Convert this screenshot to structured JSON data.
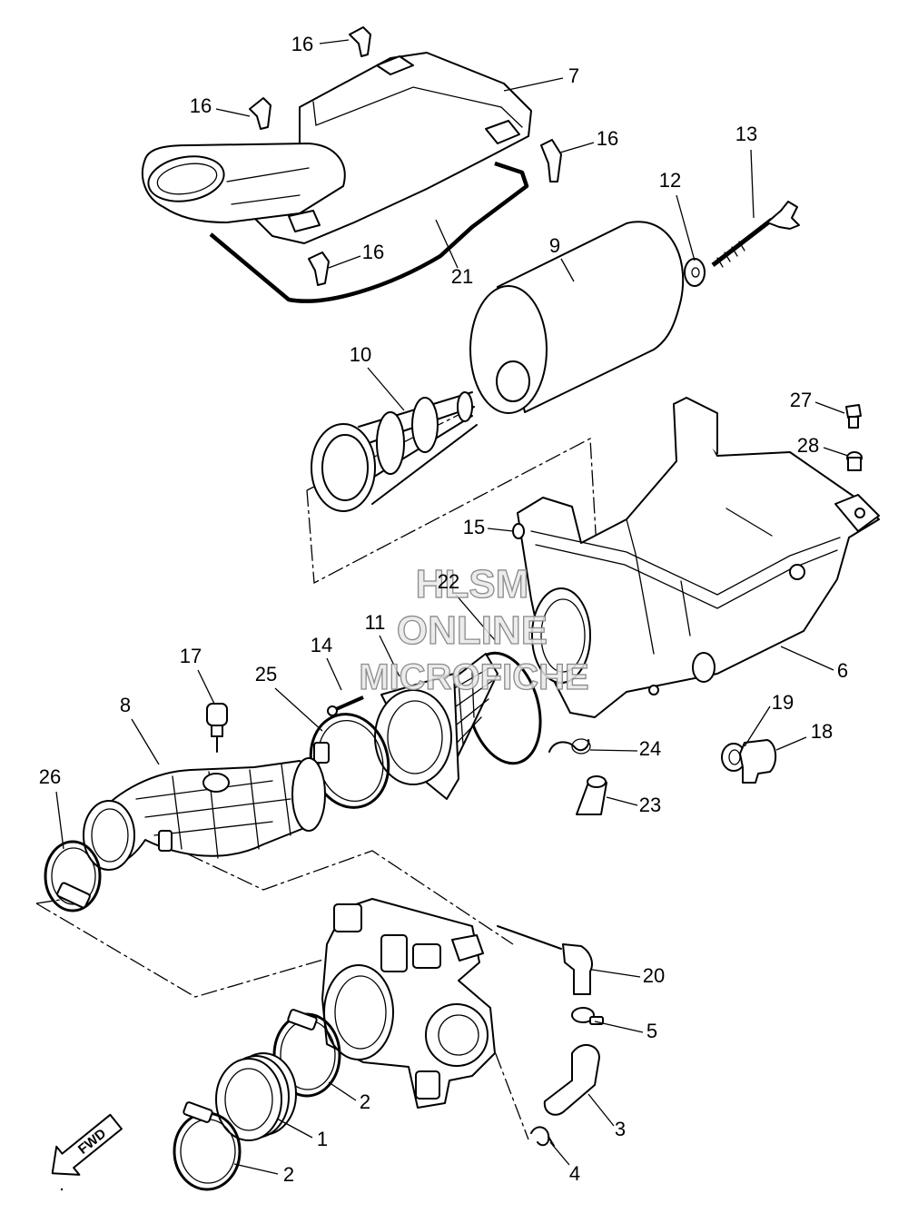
{
  "callouts": [
    "16",
    "7",
    "16",
    "16",
    "13",
    "12",
    "9",
    "16",
    "21",
    "10",
    "27",
    "28",
    "15",
    "22",
    "11",
    "14",
    "25",
    "17",
    "8",
    "26",
    "6",
    "19",
    "18",
    "24",
    "23",
    "20",
    "5",
    "3",
    "4",
    "2",
    "1",
    "2"
  ],
  "fwd_label": "FWD",
  "watermark": {
    "line1": "HLSM",
    "line2": "ONLINE",
    "line3": "MICROFICHE"
  }
}
